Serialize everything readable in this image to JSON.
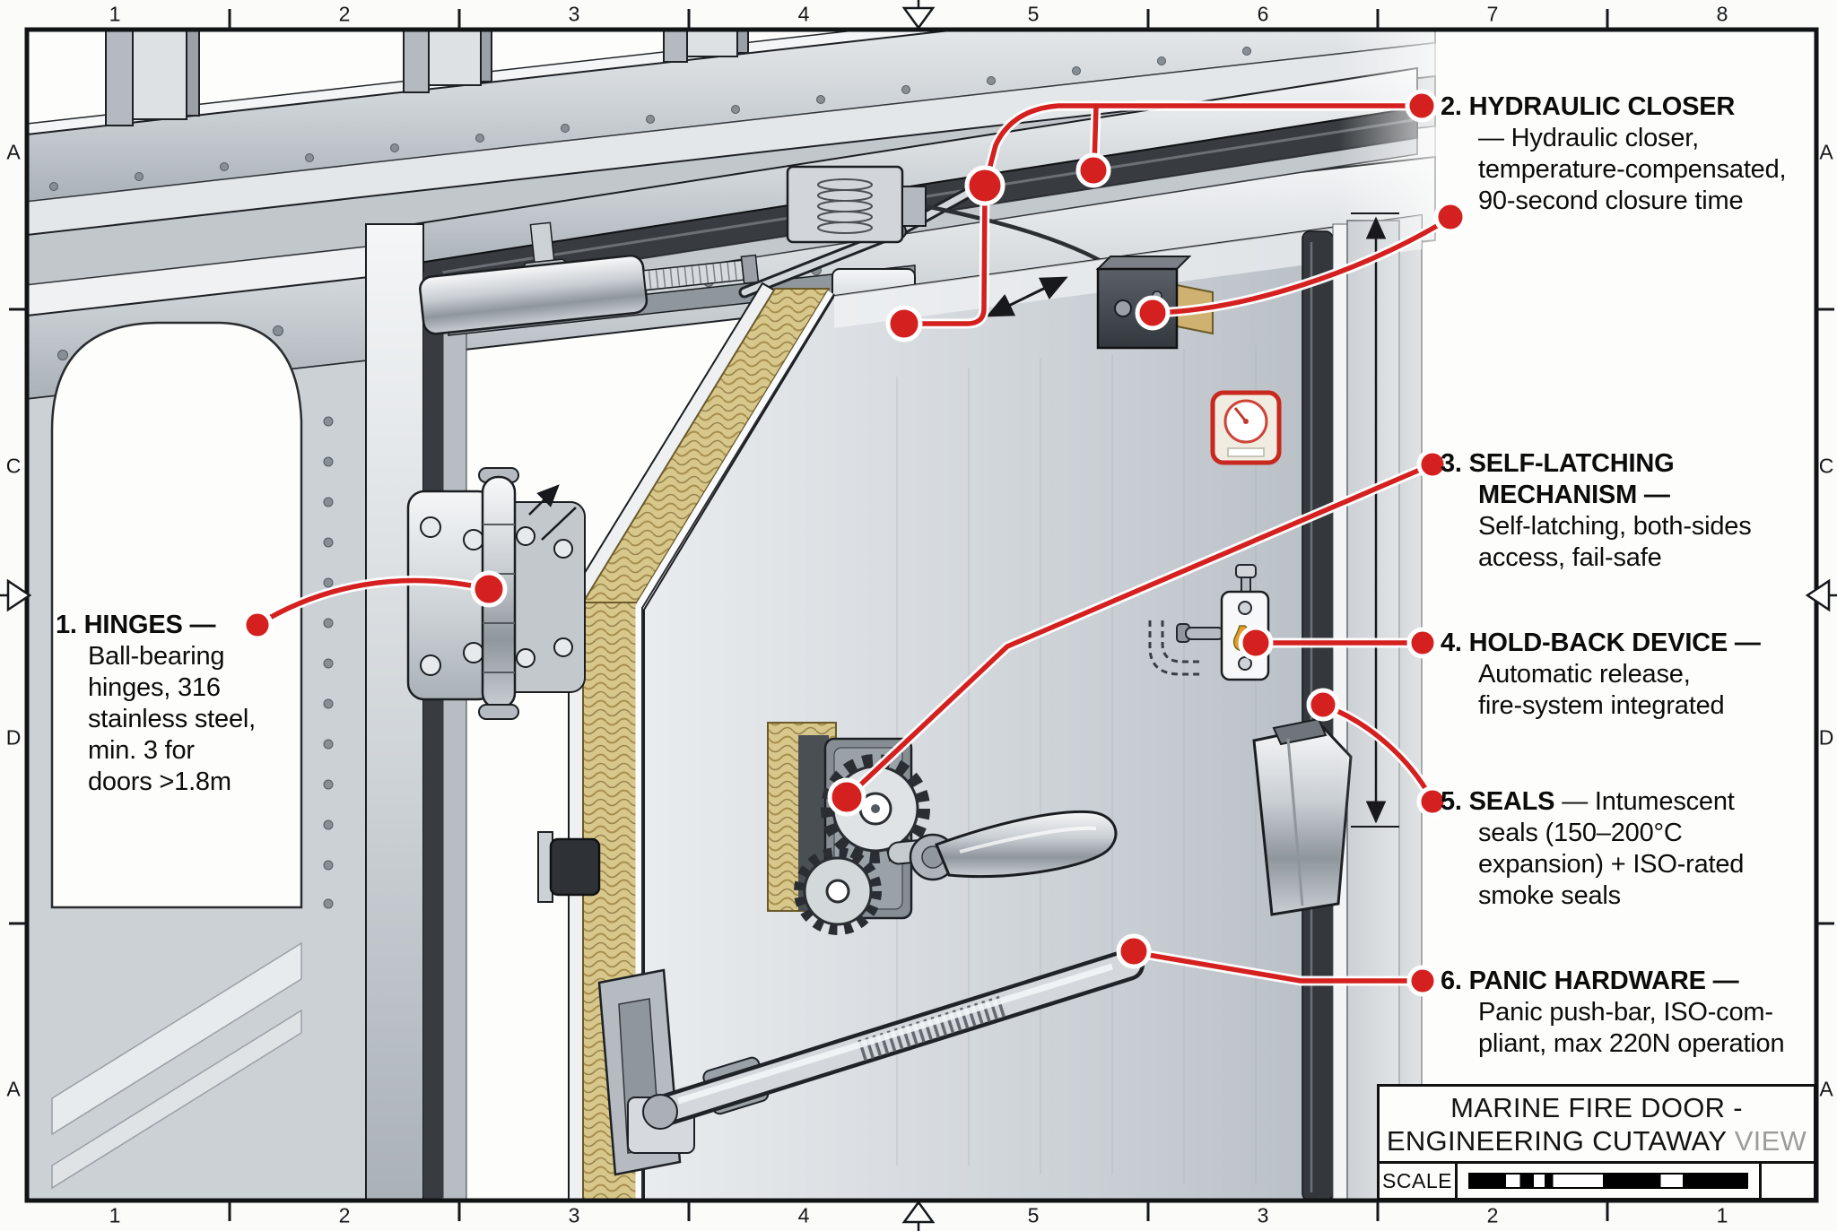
{
  "border": {
    "top": [
      "1",
      "2",
      "3",
      "4",
      "5",
      "6",
      "7",
      "8"
    ],
    "bottom": [
      "1",
      "2",
      "3",
      "4",
      "5",
      "3",
      "2",
      "1"
    ],
    "left": [
      "A",
      "C",
      "D",
      "A"
    ],
    "right": [
      "A",
      "C",
      "D",
      "A"
    ]
  },
  "annotations": {
    "a1": {
      "title": "1. HINGES —",
      "body": "Ball-bearing\nhinges, 316\nstainless steel,\nmin. 3 for\ndoors >1.8m"
    },
    "a2": {
      "title": "2. HYDRAULIC CLOSER",
      "body": "— Hydraulic closer,\ntemperature-compensated,\n90-second closure time"
    },
    "a3": {
      "title": "3. SELF-LATCHING\nMECHANISM —",
      "body": "Self-latching, both-sides\naccess, fail-safe"
    },
    "a4": {
      "title": "4. HOLD-BACK DEVICE —",
      "body": "Automatic release,\nfire-system integrated"
    },
    "a5": {
      "title": "5. SEALS",
      "body": " — Intumescent\nseals (150–200°C\nexpansion) + ISO-rated\nsmoke seals"
    },
    "a6": {
      "title": "6. PANIC HARDWARE —",
      "body": "Panic push-bar, ISO-com-\npliant, max 220N operation"
    }
  },
  "title_block": {
    "line1": "MARINE FIRE DOOR -",
    "line2": "ENGINEERING CUTAWAY",
    "line2_fade": "VIEW",
    "scale_label": "SCALE"
  },
  "colors": {
    "accent_red": "#d4201f",
    "leader_casing": "#ffffff",
    "ink": "#111111",
    "steel_light": "#e9ecee",
    "steel_mid": "#c3c8cd",
    "steel_dark": "#7c8288",
    "insulation_tan": "#d8c78a",
    "seal_dark": "#383c40",
    "title_fade_gray": "#9c9c9c"
  }
}
